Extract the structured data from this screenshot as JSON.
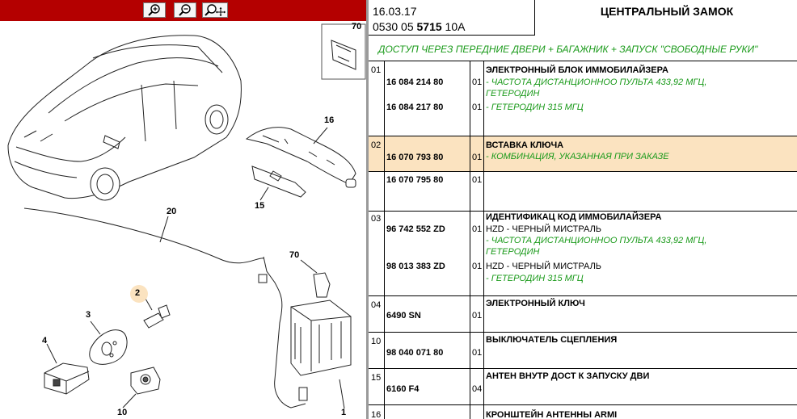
{
  "toolbar": {
    "icons": [
      "zoom-in-icon",
      "zoom-out-icon",
      "zoom-move-icon"
    ]
  },
  "drawing": {
    "callouts": [
      "70",
      "16",
      "15",
      "20",
      "70",
      "2",
      "3",
      "4",
      "10",
      "1"
    ]
  },
  "header": {
    "date": "16.03.17",
    "code_prefix": "0530 05 ",
    "code_bold": "5715",
    "code_suffix": " 10A",
    "title": "ЦЕНТРАЛЬНЫЙ ЗАМОК",
    "subtitle": "ДОСТУП ЧЕРЕЗ ПЕРЕДНИЕ ДВЕРИ + БАГАЖНИК + ЗАПУСК \"СВОБОДНЫЕ РУКИ\""
  },
  "colors": {
    "toolbar": "#b40000",
    "highlight": "#fbe3c0",
    "note": "#1a9a1a"
  },
  "rows": [
    {
      "index": "01",
      "title": "ЭЛЕКТРОННЫЙ БЛОК ИММОБИЛАЙЗЕРА",
      "parts": [
        {
          "pn": "16 084 214 80",
          "qty": "01",
          "lines": [
            "- ЧАСТОТА ДИСТАНЦИОННОО ПУЛЬТА 433,92 МГЦ,",
            "ГЕТЕРОДИН"
          ]
        },
        {
          "pn": "16 084 217 80",
          "qty": "01",
          "lines": [
            "- ГЕТЕРОДИН 315 МГЦ"
          ]
        }
      ]
    },
    {
      "index": "02",
      "title": "ВСТАВКА КЛЮЧА",
      "highlighted": true,
      "parts": [
        {
          "pn": "16 070 793 80",
          "qty": "01",
          "lines": [
            "- КОМБИНАЦИЯ, УКАЗАННАЯ ПРИ ЗАКАЗЕ"
          ]
        }
      ]
    },
    {
      "index": "",
      "title": "",
      "parts": [
        {
          "pn": "16 070 795 80",
          "qty": "01",
          "lines": []
        }
      ]
    },
    {
      "index": "03",
      "title": "ИДЕНТИФИКАЦ КОД ИММОБИЛАЙЗЕРА",
      "parts": [
        {
          "pn": "96 742 552 ZD",
          "qty": "01",
          "plain": "HZD - ЧЕРНЫЙ МИСТРАЛЬ",
          "lines": [
            "- ЧАСТОТА ДИСТАНЦИОННОО ПУЛЬТА 433,92 МГЦ,",
            "ГЕТЕРОДИН"
          ]
        },
        {
          "pn": "98 013 383 ZD",
          "qty": "01",
          "plain": "HZD - ЧЕРНЫЙ МИСТРАЛЬ",
          "lines": [
            "- ГЕТЕРОДИН 315 МГЦ"
          ]
        }
      ]
    },
    {
      "index": "04",
      "title": "ЭЛЕКТРОННЫЙ КЛЮЧ",
      "parts": [
        {
          "pn": "6490 SN",
          "qty": "01",
          "lines": []
        }
      ]
    },
    {
      "index": "10",
      "title": "ВЫКЛЮЧАТЕЛЬ СЦЕПЛЕНИЯ",
      "parts": [
        {
          "pn": "98 040 071 80",
          "qty": "01",
          "lines": []
        }
      ]
    },
    {
      "index": "15",
      "title": "АНТЕН ВНУТР ДОСТ К ЗАПУСКУ ДВИ",
      "parts": [
        {
          "pn": "6160 F4",
          "qty": "04",
          "lines": []
        }
      ]
    },
    {
      "index": "16",
      "title": "КРОНШТЕЙН АНТЕННЫ ARMI",
      "parts": []
    }
  ]
}
